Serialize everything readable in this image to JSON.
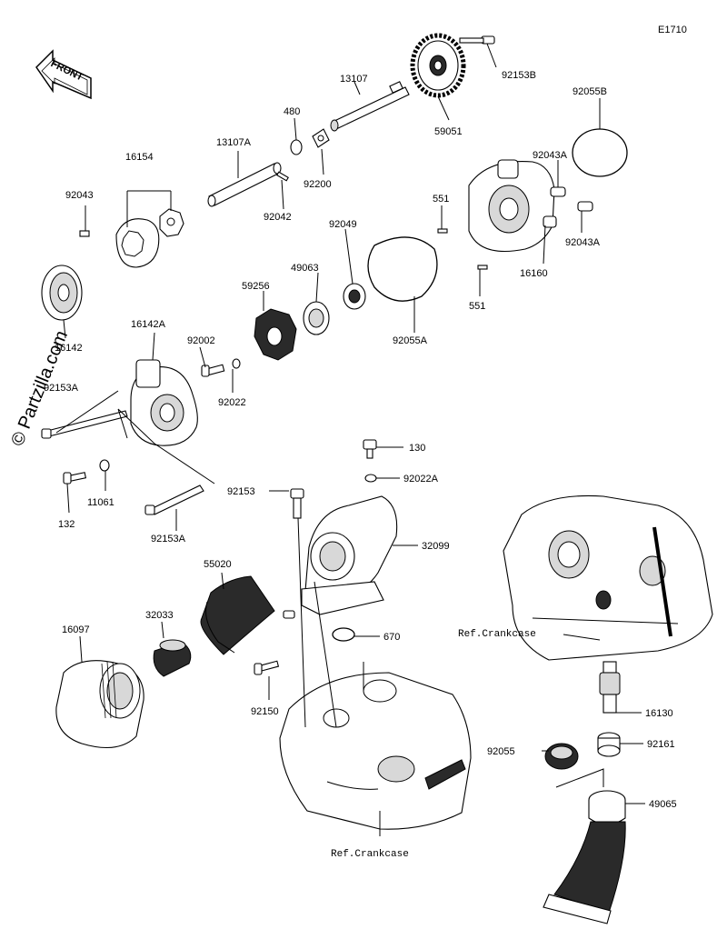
{
  "diagram_id": "E1710",
  "watermark": "© Partzilla.com",
  "front_label": "FRONT",
  "parts": [
    {
      "key": "92153B",
      "label": "92153B"
    },
    {
      "key": "92055B",
      "label": "92055B"
    },
    {
      "key": "13107",
      "label": "13107"
    },
    {
      "key": "480",
      "label": "480"
    },
    {
      "key": "59051",
      "label": "59051"
    },
    {
      "key": "13107A",
      "label": "13107A"
    },
    {
      "key": "16154",
      "label": "16154"
    },
    {
      "key": "92200",
      "label": "92200"
    },
    {
      "key": "92043A_1",
      "label": "92043A"
    },
    {
      "key": "92043",
      "label": "92043"
    },
    {
      "key": "92042",
      "label": "92042"
    },
    {
      "key": "551_1",
      "label": "551"
    },
    {
      "key": "92049",
      "label": "92049"
    },
    {
      "key": "92043A_2",
      "label": "92043A"
    },
    {
      "key": "49063",
      "label": "49063"
    },
    {
      "key": "16160",
      "label": "16160"
    },
    {
      "key": "59256",
      "label": "59256"
    },
    {
      "key": "551_2",
      "label": "551"
    },
    {
      "key": "16142",
      "label": "16142"
    },
    {
      "key": "16142A",
      "label": "16142A"
    },
    {
      "key": "92055A",
      "label": "92055A"
    },
    {
      "key": "92002",
      "label": "92002"
    },
    {
      "key": "92153A_1",
      "label": "92153A"
    },
    {
      "key": "92022",
      "label": "92022"
    },
    {
      "key": "130",
      "label": "130"
    },
    {
      "key": "92022A",
      "label": "92022A"
    },
    {
      "key": "11061",
      "label": "11061"
    },
    {
      "key": "92153",
      "label": "92153"
    },
    {
      "key": "132",
      "label": "132"
    },
    {
      "key": "92153A_2",
      "label": "92153A"
    },
    {
      "key": "32099",
      "label": "32099"
    },
    {
      "key": "55020",
      "label": "55020"
    },
    {
      "key": "16097",
      "label": "16097"
    },
    {
      "key": "32033",
      "label": "32033"
    },
    {
      "key": "670",
      "label": "670"
    },
    {
      "key": "92150",
      "label": "92150"
    },
    {
      "key": "16130",
      "label": "16130"
    },
    {
      "key": "92055",
      "label": "92055"
    },
    {
      "key": "92161",
      "label": "92161"
    },
    {
      "key": "49065",
      "label": "49065"
    }
  ],
  "references": [
    {
      "key": "ref_right",
      "label": "Ref.Crankcase"
    },
    {
      "key": "ref_bottom",
      "label": "Ref.Crankcase"
    }
  ]
}
